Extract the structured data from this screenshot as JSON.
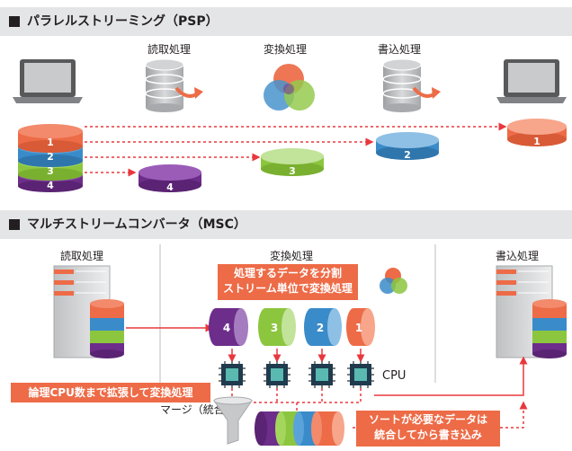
{
  "psp": {
    "title": "パラレルストリーミング（PSP）",
    "read_label": "読取処理",
    "transform_label": "変換処理",
    "write_label": "書込処理",
    "stack_numbers": [
      "1",
      "2",
      "3",
      "4"
    ]
  },
  "msc": {
    "title": "マルチストリームコンバータ（MSC）",
    "read_label": "読取処理",
    "transform_label": "変換処理",
    "write_label": "書込処理",
    "callout_split": [
      "処理するデータを分割",
      "ストリーム単位で変換処理"
    ],
    "stream_numbers": [
      "4",
      "3",
      "2",
      "1"
    ],
    "cpu_label": "CPU",
    "callout_cpu": "論理CPU数まで拡張して変換処理",
    "merge_label": "マージ（統合）",
    "callout_sort": [
      "ソートが必要なデータは",
      "統合してから書き込み"
    ]
  },
  "colors": {
    "orange": "#ed6b47",
    "blue": "#3a8bc9",
    "green": "#8cc63f",
    "purple": "#6d2d8a",
    "red_line": "#e8383d",
    "bar_bg": "#e4e5e6"
  },
  "icons": [
    "laptop-icon",
    "database-icon",
    "venn-icon",
    "server-icon",
    "cpu-chip-icon",
    "funnel-icon"
  ]
}
